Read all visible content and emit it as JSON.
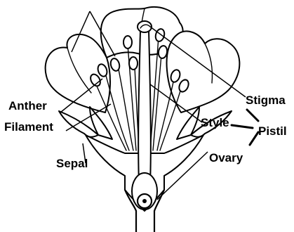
{
  "labels": {
    "anther": "Anther",
    "filament": "Filament",
    "sepal": "Sepal",
    "style": "Style",
    "stigma": "Stigma",
    "pistil": "Pistil",
    "ovary": "Ovary"
  },
  "colors": {
    "ink": "#000000",
    "background": "#ffffff"
  }
}
